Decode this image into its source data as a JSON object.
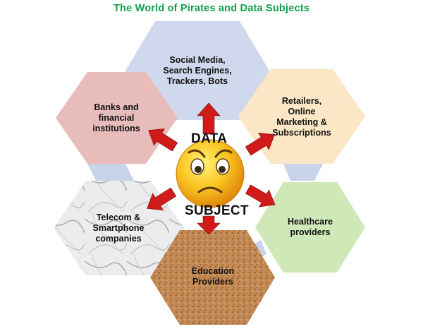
{
  "title": "The World of Pirates and Data Subjects",
  "colors": {
    "title": "#12a04a",
    "arrow": "#d11a1a",
    "social_media": "#cfd8ec",
    "retailers": "#fbe7c6",
    "banks": "#e9bcbc",
    "telecom": "#e6e6e8",
    "healthcare": "#cfe8b8",
    "education": "#c48a55",
    "connector": "#c8d4ea",
    "face": "#f7b51b"
  },
  "center": {
    "top_label": "DATA",
    "bottom_label": "SUBJECT",
    "icon": "worried-face-icon"
  },
  "nodes": [
    {
      "id": "social-media",
      "label": "Social Media,\nSearch Engines,\nTrackers, Bots"
    },
    {
      "id": "banks",
      "label": "Banks and\nfinancial\ninstitutions"
    },
    {
      "id": "retailers",
      "label": "Retailers,\nOnline\nMarketing &\nSubscriptions"
    },
    {
      "id": "telecom",
      "label": "Telecom &\nSmartphone\ncompanies"
    },
    {
      "id": "healthcare",
      "label": "Healthcare\nproviders"
    },
    {
      "id": "education",
      "label": "Education\nProviders"
    }
  ]
}
